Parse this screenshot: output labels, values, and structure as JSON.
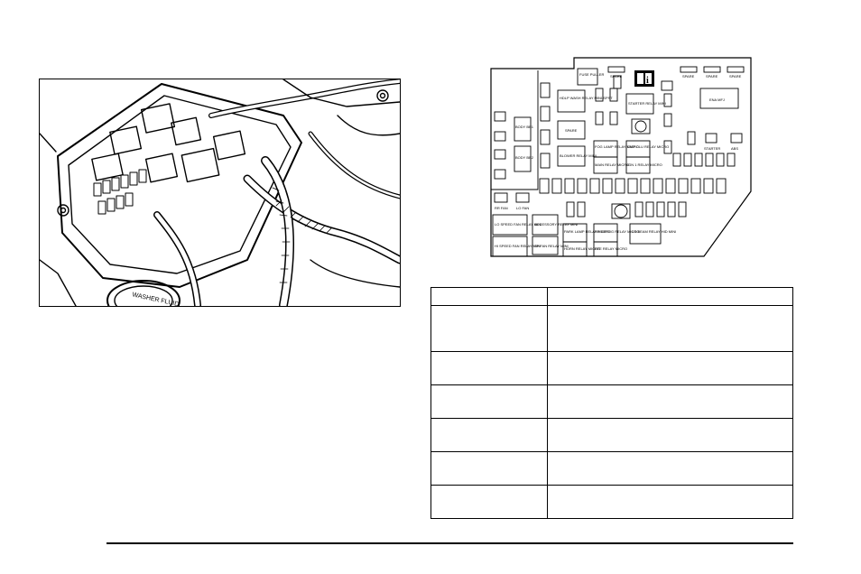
{
  "photo": {
    "labels": {
      "washer_cap": "WASHER FLUID"
    }
  },
  "fuse_block": {
    "icon": "book-info-icon",
    "labels": {
      "fuse_puller": "FUSE PULLER",
      "spare": "SPARE",
      "spare_1": "SPARE",
      "spare_2": "SPARE",
      "spare_3": "SPARE",
      "hdlp_wash_relay": "HDLP WASH RELAY MINI-SPST",
      "starter_relay": "STARTER RELAY MINI",
      "ena_mfj": "ENA MFJ",
      "body_bb1": "BODY BB1",
      "body_bb2": "BODY BB2",
      "spare_4": "SPARE",
      "fog_lamp_relay": "FOG LAMP RELAY MICRO",
      "cmp_clu_relay": "CMP CLU RELAY MICRO",
      "blower_relay": "BLOWER RELAY MINI",
      "main_relay": "MAIN RELAY MICRO",
      "ign1_relay": "IGN 1 RELAY MICRO",
      "starter": "STARTER",
      "abs": "ABS",
      "rr_fan": "RR FAN",
      "lo_fan": "LO FAN",
      "lo_speed_fan_relay": "LO SPEED FAN RELAY MINI",
      "accessory_relay": "ACCESSORY RELAY MINI",
      "hi_speed_fan_relay": "HI SPEED FAN RELAY MINI",
      "sp_fan_relay": "SP FAN RELAY MINI",
      "park_lamp_relay": "PARK LAMP RELAY MICRO",
      "horn_relay": "HORN RELAY MICRO",
      "rr_defog_relay": "RR DEFOG RELAY MICRO",
      "efe_relay": "EFE RELAY MICRO",
      "lo_beam_relay": "LO BEAM RELAY HID MINI"
    }
  },
  "table": {
    "headers": [
      "",
      ""
    ],
    "rows": [
      [
        "",
        ""
      ],
      [
        "",
        ""
      ],
      [
        "",
        ""
      ],
      [
        "",
        ""
      ],
      [
        "",
        ""
      ],
      [
        "",
        ""
      ]
    ]
  }
}
